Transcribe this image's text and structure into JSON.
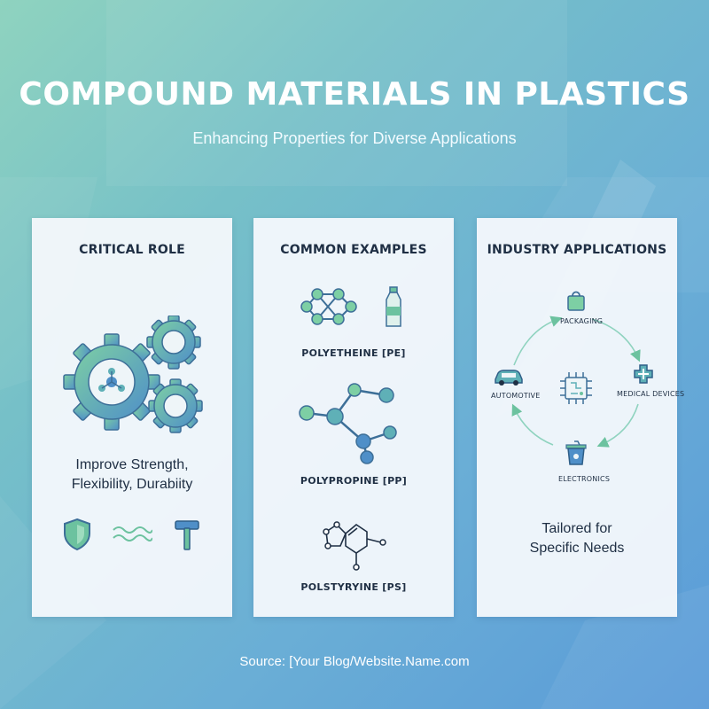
{
  "header": {
    "title": "COMPOUND MATERIALS IN PLASTICS",
    "subtitle": "Enhancing Properties for Diverse Applications"
  },
  "panels": {
    "critical": {
      "title": "CRITICAL ROLE",
      "line1": "Improve Strength,",
      "line2": "Flexibility, Durabiity",
      "icons": [
        "gears-icon",
        "shield-icon",
        "wave-icon",
        "hammer-icon"
      ]
    },
    "examples": {
      "title": "COMMON EXAMPLES",
      "pe": "POLYETHEINE [PE]",
      "pp": "POLYPROPINE [PP]",
      "ps": "POLSTYRYINE [PS]",
      "icons": [
        "molecule-pe-icon",
        "bottle-icon",
        "molecule-pp-icon",
        "molecule-ps-icon"
      ]
    },
    "industry": {
      "title": "INDUSTRY APPLICATIONS",
      "packaging": "PACKAGING",
      "medical": "MEDICAL DEVICES",
      "electronics": "ELECTRONICS",
      "automotive": "AUTOMOTIVE",
      "line1": "Tailored for",
      "line2": "Specific Needs",
      "icons": [
        "shopping-bag-icon",
        "medical-cross-icon",
        "cup-icon",
        "car-icon",
        "chip-icon"
      ]
    }
  },
  "footer": {
    "source": "Source: [Your Blog/Website.Name.com"
  },
  "colors": {
    "green": "#6cc29f",
    "blue": "#4f8fc8",
    "teal": "#5fb0b7",
    "dark": "#1f2f44"
  }
}
